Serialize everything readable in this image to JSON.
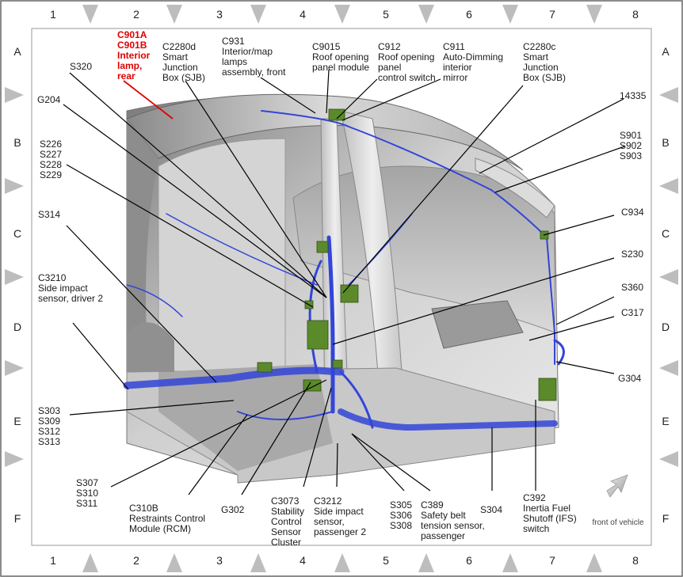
{
  "grid": {
    "columns": [
      "1",
      "2",
      "3",
      "4",
      "5",
      "6",
      "7",
      "8"
    ],
    "rows": [
      "A",
      "B",
      "C",
      "D",
      "E",
      "F"
    ]
  },
  "callouts": [
    {
      "id": "c901",
      "lines": [
        "C901A",
        "C901B",
        "Interior",
        "lamp,",
        "rear"
      ],
      "highlight": true
    },
    {
      "id": "c2280d",
      "lines": [
        "C2280d",
        "Smart",
        "Junction",
        "Box (SJB)"
      ]
    },
    {
      "id": "c931",
      "lines": [
        "C931",
        "Interior/map",
        "lamps",
        "assembly, front"
      ]
    },
    {
      "id": "c9015",
      "lines": [
        "C9015",
        "Roof opening",
        "panel module"
      ]
    },
    {
      "id": "c912",
      "lines": [
        "C912",
        "Roof opening",
        "panel",
        "control switch"
      ]
    },
    {
      "id": "c911",
      "lines": [
        "C911",
        "Auto-Dimming",
        "interior",
        "mirror"
      ]
    },
    {
      "id": "c2280c",
      "lines": [
        "C2280c",
        "Smart",
        "Junction",
        "Box (SJB)"
      ]
    },
    {
      "id": "s320",
      "lines": [
        "S320"
      ]
    },
    {
      "id": "g204",
      "lines": [
        "G204"
      ]
    },
    {
      "id": "s226",
      "lines": [
        "S226",
        "S227",
        "S228",
        "S229"
      ]
    },
    {
      "id": "s314",
      "lines": [
        "S314"
      ]
    },
    {
      "id": "c3210",
      "lines": [
        "C3210",
        "Side impact",
        "sensor, driver 2"
      ]
    },
    {
      "id": "s303",
      "lines": [
        "S303",
        "S309",
        "S312",
        "S313"
      ]
    },
    {
      "id": "s307",
      "lines": [
        "S307",
        "S310",
        "S311"
      ]
    },
    {
      "id": "c310b",
      "lines": [
        "C310B",
        "Restraints Control",
        "Module (RCM)"
      ]
    },
    {
      "id": "g302",
      "lines": [
        "G302"
      ]
    },
    {
      "id": "c3073",
      "lines": [
        "C3073",
        "Stability",
        "Control",
        "Sensor",
        "Cluster"
      ]
    },
    {
      "id": "c3212",
      "lines": [
        "C3212",
        "Side impact",
        "sensor,",
        "passenger 2"
      ]
    },
    {
      "id": "s305",
      "lines": [
        "S305",
        "S306",
        "S308"
      ]
    },
    {
      "id": "c389",
      "lines": [
        "C389",
        "Safety belt",
        "tension sensor,",
        "passenger"
      ]
    },
    {
      "id": "s304",
      "lines": [
        "S304"
      ]
    },
    {
      "id": "c392",
      "lines": [
        "C392",
        "Inertia Fuel",
        "Shutoff (IFS)",
        "switch"
      ]
    },
    {
      "id": "n14335",
      "lines": [
        "14335"
      ]
    },
    {
      "id": "s901",
      "lines": [
        "S901",
        "S902",
        "S903"
      ]
    },
    {
      "id": "c934",
      "lines": [
        "C934"
      ]
    },
    {
      "id": "s230",
      "lines": [
        "S230"
      ]
    },
    {
      "id": "s360",
      "lines": [
        "S360"
      ]
    },
    {
      "id": "c317",
      "lines": [
        "C317"
      ]
    },
    {
      "id": "g304",
      "lines": [
        "G304"
      ]
    }
  ],
  "orientation_label": "front of vehicle"
}
